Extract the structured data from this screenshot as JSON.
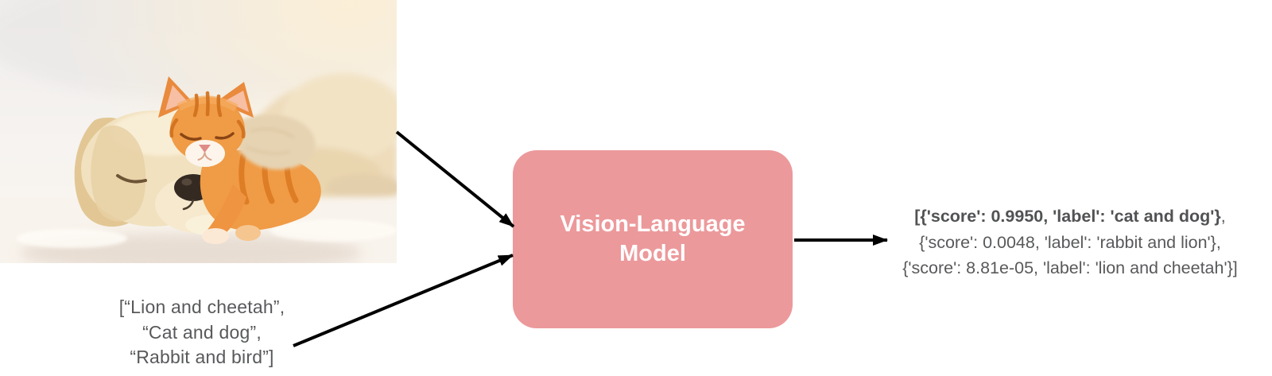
{
  "photo": {
    "description": "Photo of a sleeping cream puppy with an orange tabby kitten resting its head on the puppy"
  },
  "prompt": {
    "lines": [
      "[“Lion and cheetah”,",
      "“Cat and dog”,",
      "“Rabbit and bird”]"
    ]
  },
  "model": {
    "label": "Vision-Language Model",
    "box_color": "#ec999b",
    "text_color": "#ffffff"
  },
  "output": {
    "line1_bold": "[{'score': 0.9950, 'label': 'cat and dog'}",
    "line1_rest": ",",
    "line2": "{'score': 0.0048, 'label': 'rabbit and lion'},",
    "line3": "{'score': 8.81e-05, 'label': 'lion and cheetah'}]",
    "text_color": "#58595b"
  },
  "arrows": {
    "color": "#000000",
    "count": 3
  }
}
